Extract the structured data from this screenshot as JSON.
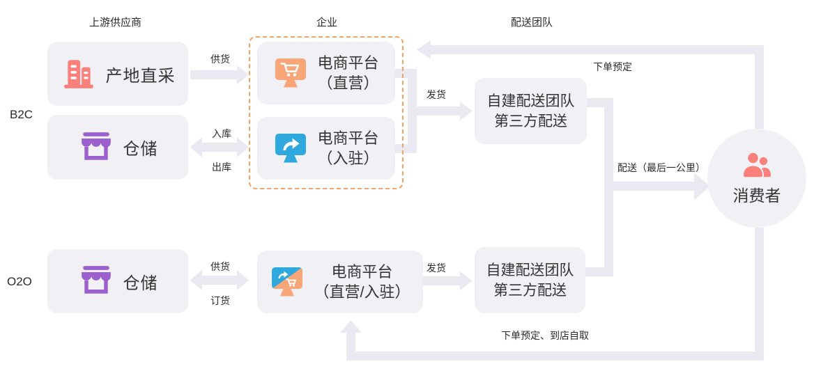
{
  "headers": {
    "upstream": "上游供应商",
    "enterprise": "企业",
    "delivery": "配送团队"
  },
  "rows": {
    "b2c": "B2C",
    "o2o": "O2O"
  },
  "nodes": {
    "source_purchase": {
      "label": "产地直采",
      "icon": "buildings-icon"
    },
    "warehouse_b2c": {
      "label": "仓储",
      "icon": "storefront-icon"
    },
    "ecom_direct": {
      "line1": "电商平台",
      "line2": "（直营）",
      "icon": "monitor-cart-icon"
    },
    "ecom_settled": {
      "line1": "电商平台",
      "line2": "（入驻）",
      "icon": "monitor-arrow-icon"
    },
    "delivery_team_b2c": {
      "line1": "自建配送团队",
      "line2": "第三方配送"
    },
    "warehouse_o2o": {
      "label": "仓储",
      "icon": "storefront-icon"
    },
    "ecom_combined": {
      "line1": "电商平台",
      "line2": "（直营/入驻）",
      "icon": "monitor-split-icon"
    },
    "delivery_team_o2o": {
      "line1": "自建配送团队",
      "line2": "第三方配送"
    },
    "consumer": {
      "label": "消费者",
      "icon": "users-icon"
    }
  },
  "edges": {
    "supply_b2c": "供货",
    "inbound": "入库",
    "outbound": "出库",
    "ship_b2c": "发货",
    "order_reserve": "下单预定",
    "last_mile": "配送（最后一公里）",
    "supply_o2o": "供货",
    "order_goods": "订货",
    "ship_o2o": "发货",
    "order_pickup": "下单预定、到店自取"
  },
  "colors": {
    "node_fill": "#F1F0F5",
    "connector": "#EAE9F1",
    "text": "#333333",
    "dashed_border": "#F5A263",
    "icon_red": "#F9807B",
    "icon_purple": "#9C5FCE",
    "icon_orange": "#F8A678",
    "icon_blue": "#2FA9DD"
  }
}
